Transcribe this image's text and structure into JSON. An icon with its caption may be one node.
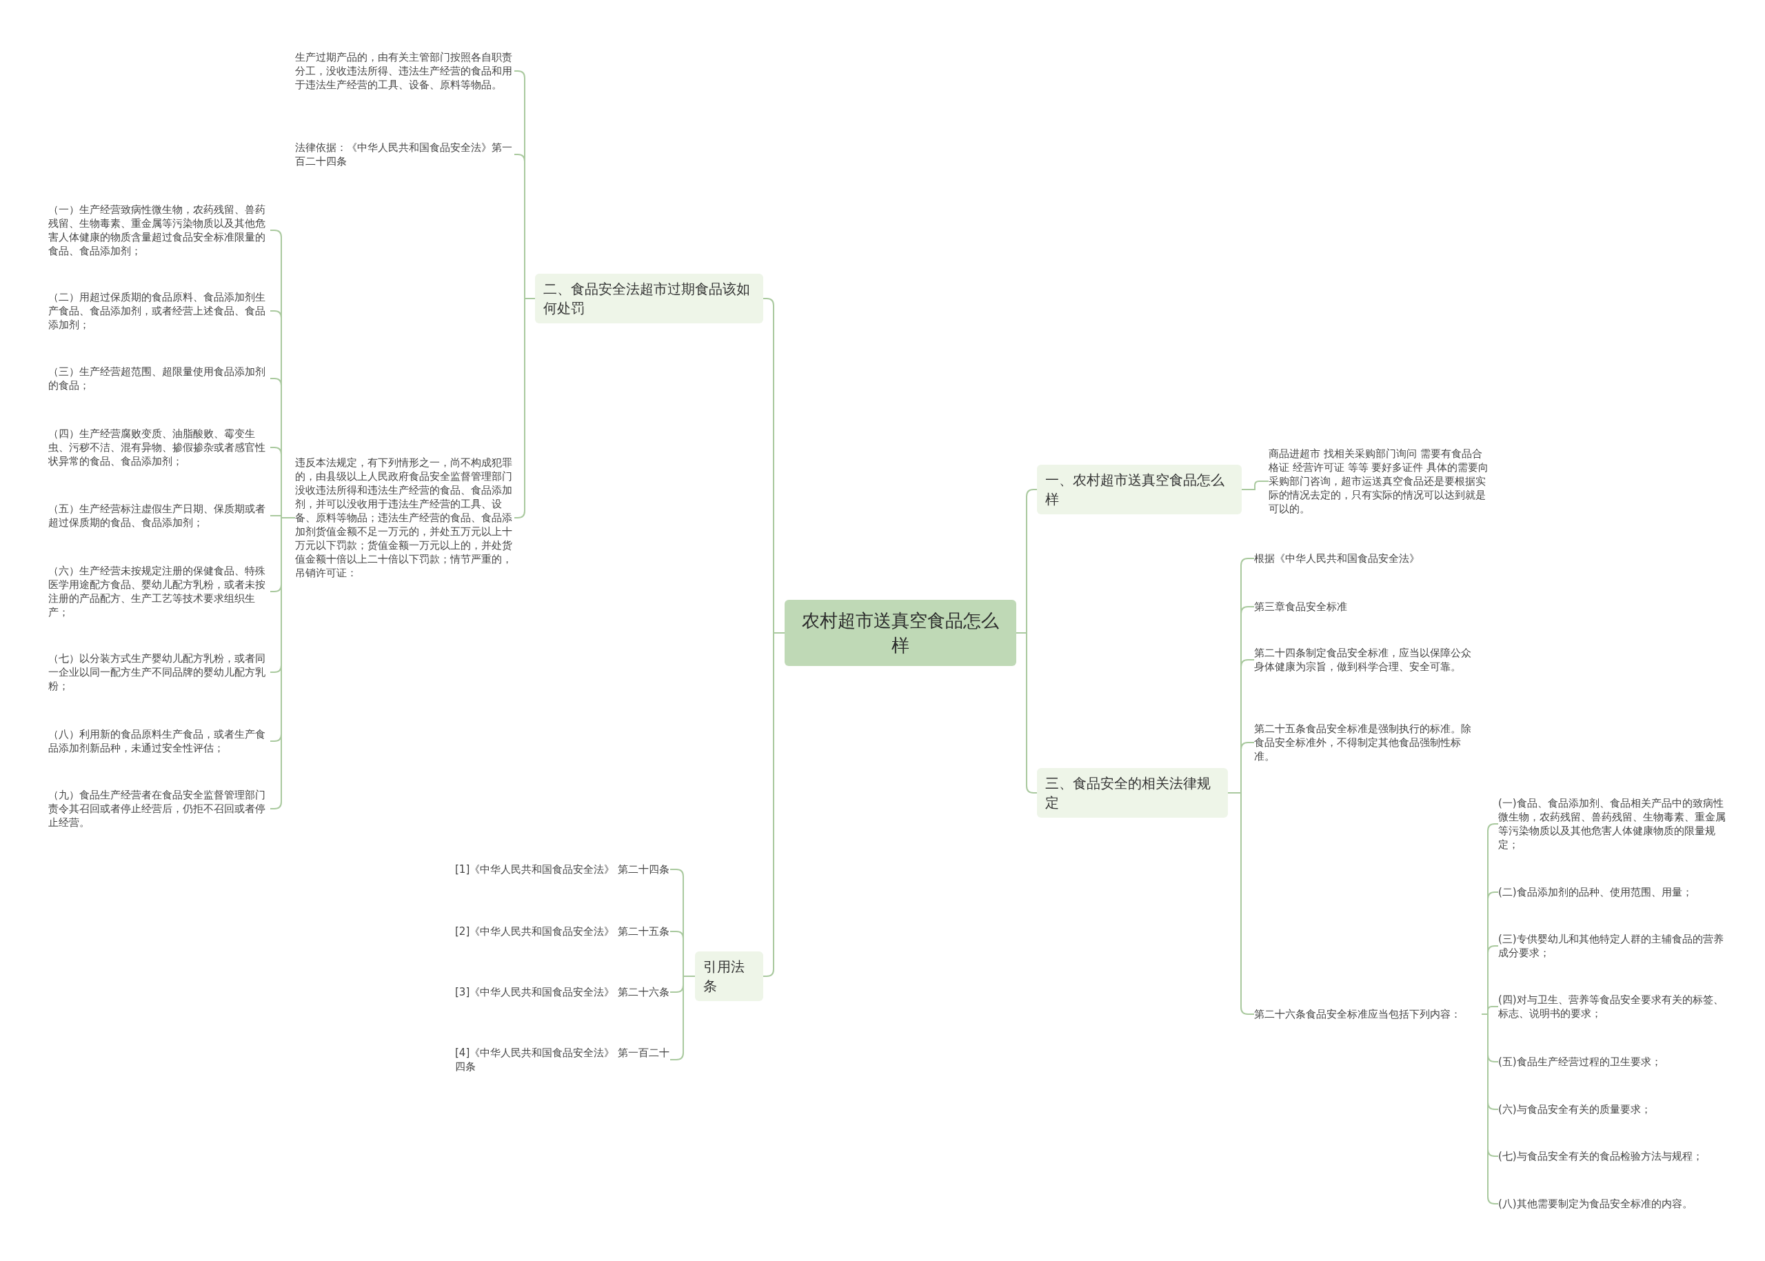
{
  "diagram": {
    "nodes": [
      {
        "text": [
          "农村超市送真空食品怎么样"
        ]
      },
      {
        "text": [
          "二、食品安全法超市过期食品该如何处罚"
        ]
      },
      {
        "text": [
          "生产过期产品的，由有关主管部门按照各自职责分工，没收违法所得、违法生产经营的食品和用于违法生产经营的工具、设备、原料等物品。"
        ]
      },
      {
        "text": [
          "法律依据：《中华人民共和国食品安全法》第一百二十四条"
        ]
      },
      {
        "text": [
          "违反本法规定，有下列情形之一，尚不构成犯罪的，由县级以上人民政府食品安全监督管理部门没收违法所得和违法生产经营的食品、食品添加剂，并可以没收用于违法生产经营的工具、设备、原料等物品；违法生产经营的食品、食品添加剂货值金额不足一万元的，并处五万元以上十万元以下罚款；货值金额一万元以上的，并处货值金额十倍以上二十倍以下罚款；情节严重的，吊销许可证："
        ]
      },
      {
        "text": [
          "（一）生产经营致病性微生物，农药残留、兽药残留、生物毒素、重金属等污染物质以及其他危害人体健康的物质含量超过食品安全标准限量的食品、食品添加剂；"
        ]
      },
      {
        "text": [
          "（二）用超过保质期的食品原料、食品添加剂生产食品、食品添加剂，或者经营上述食品、食品添加剂；"
        ]
      },
      {
        "text": [
          "（三）生产经营超范围、超限量使用食品添加剂的食品；"
        ]
      },
      {
        "text": [
          "（四）生产经营腐败变质、油脂酸败、霉变生虫、污秽不洁、混有异物、掺假掺杂或者感官性状异常的食品、食品添加剂；"
        ]
      },
      {
        "text": [
          "（五）生产经营标注虚假生产日期、保质期或者超过保质期的食品、食品添加剂；"
        ]
      },
      {
        "text": [
          "（六）生产经营未按规定注册的保健食品、特殊医学用途配方食品、婴幼儿配方乳粉，或者未按注册的产品配方、生产工艺等技术要求组织生产；"
        ]
      },
      {
        "text": [
          "（七）以分装方式生产婴幼儿配方乳粉，或者同一企业以同一配方生产不同品牌的婴幼儿配方乳粉；"
        ]
      },
      {
        "text": [
          "（八）利用新的食品原料生产食品，或者生产食品添加剂新品种，未通过安全性评估；"
        ]
      },
      {
        "text": [
          "（九）食品生产经营者在食品安全监督管理部门责令其召回或者停止经营后，仍拒不召回或者停止经营。"
        ]
      },
      {
        "text": [
          "引用法条"
        ]
      },
      {
        "text": [
          "[1]《中华人民共和国食品安全法》 第二十四条"
        ]
      },
      {
        "text": [
          "[2]《中华人民共和国食品安全法》 第二十五条"
        ]
      },
      {
        "text": [
          "[3]《中华人民共和国食品安全法》 第二十六条"
        ]
      },
      {
        "text": [
          "[4]《中华人民共和国食品安全法》 第一百二十四条"
        ]
      },
      {
        "text": [
          "一、农村超市送真空食品怎么样"
        ]
      },
      {
        "text": [
          "商品进超市 找相关采购部门询问 需要有食品合格证 经营许可证 等等 要好多证件 具体的需要向采购部门咨询，超市运送真空食品还是要根据实际的情况去定的，只有实际的情况可以达到就是可以的。"
        ]
      },
      {
        "text": [
          "三、食品安全的相关法律规定"
        ]
      },
      {
        "text": [
          "根据《中华人民共和国食品安全法》"
        ]
      },
      {
        "text": [
          "第三章食品安全标准"
        ]
      },
      {
        "text": [
          "第二十四条制定食品安全标准，应当以保障公众身体健康为宗旨，做到科学合理、安全可靠。"
        ]
      },
      {
        "text": [
          "第二十五条食品安全标准是强制执行的标准。除食品安全标准外，不得制定其他食品强制性标准。"
        ]
      },
      {
        "text": [
          "第二十六条食品安全标准应当包括下列内容："
        ]
      },
      {
        "text": [
          "(一)食品、食品添加剂、食品相关产品中的致病性微生物，农药残留、兽药残留、生物毒素、重金属等污染物质以及其他危害人体健康物质的限量规定；"
        ]
      },
      {
        "text": [
          "(二)食品添加剂的品种、使用范围、用量；"
        ]
      },
      {
        "text": [
          "(三)专供婴幼儿和其他特定人群的主辅食品的营养成分要求；"
        ]
      },
      {
        "text": [
          "(四)对与卫生、营养等食品安全要求有关的标签、标志、说明书的要求；"
        ]
      },
      {
        "text": [
          "(五)食品生产经营过程的卫生要求；"
        ]
      },
      {
        "text": [
          "(六)与食品安全有关的质量要求；"
        ]
      },
      {
        "text": [
          "(七)与食品安全有关的食品检验方法与规程；"
        ]
      },
      {
        "text": [
          "(八)其他需要制定为食品安全标准的内容。"
        ]
      }
    ],
    "edges": [
      {
        "from": 0,
        "to": 1,
        "arrow": "none"
      },
      {
        "from": 1,
        "to": 2,
        "arrow": "none"
      },
      {
        "from": 1,
        "to": 3,
        "arrow": "none"
      },
      {
        "from": 1,
        "to": 4,
        "arrow": "none"
      },
      {
        "from": 4,
        "to": 5,
        "arrow": "none"
      },
      {
        "from": 4,
        "to": 6,
        "arrow": "none"
      },
      {
        "from": 4,
        "to": 7,
        "arrow": "none"
      },
      {
        "from": 4,
        "to": 8,
        "arrow": "none"
      },
      {
        "from": 4,
        "to": 9,
        "arrow": "none"
      },
      {
        "from": 4,
        "to": 10,
        "arrow": "none"
      },
      {
        "from": 4,
        "to": 11,
        "arrow": "none"
      },
      {
        "from": 4,
        "to": 12,
        "arrow": "none"
      },
      {
        "from": 4,
        "to": 13,
        "arrow": "none"
      },
      {
        "from": 0,
        "to": 14,
        "arrow": "none"
      },
      {
        "from": 14,
        "to": 15,
        "arrow": "none"
      },
      {
        "from": 14,
        "to": 16,
        "arrow": "none"
      },
      {
        "from": 14,
        "to": 17,
        "arrow": "none"
      },
      {
        "from": 14,
        "to": 18,
        "arrow": "none"
      },
      {
        "from": 0,
        "to": 19,
        "arrow": "none"
      },
      {
        "from": 19,
        "to": 20,
        "arrow": "none"
      },
      {
        "from": 0,
        "to": 21,
        "arrow": "none"
      },
      {
        "from": 21,
        "to": 22,
        "arrow": "none"
      },
      {
        "from": 21,
        "to": 23,
        "arrow": "none"
      },
      {
        "from": 21,
        "to": 24,
        "arrow": "none"
      },
      {
        "from": 21,
        "to": 25,
        "arrow": "none"
      },
      {
        "from": 21,
        "to": 26,
        "arrow": "none"
      },
      {
        "from": 26,
        "to": 27,
        "arrow": "none"
      },
      {
        "from": 26,
        "to": 28,
        "arrow": "none"
      },
      {
        "from": 26,
        "to": 29,
        "arrow": "none"
      },
      {
        "from": 26,
        "to": 30,
        "arrow": "none"
      },
      {
        "from": 26,
        "to": 31,
        "arrow": "none"
      },
      {
        "from": 26,
        "to": 32,
        "arrow": "none"
      },
      {
        "from": 26,
        "to": 33,
        "arrow": "none"
      },
      {
        "from": 26,
        "to": 34,
        "arrow": "none"
      }
    ]
  }
}
